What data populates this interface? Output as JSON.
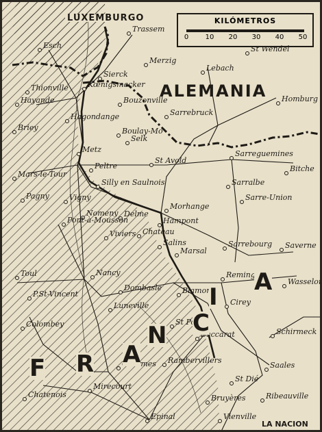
{
  "map": {
    "countries": [
      {
        "id": "luxemburgo",
        "label": "LUXEMBURGO"
      },
      {
        "id": "alemania",
        "label": "ALEMANIA"
      }
    ],
    "francia_letters": [
      "F",
      "R",
      "A",
      "N",
      "C",
      "I",
      "A"
    ],
    "scale": {
      "title": "KILÓMETROS",
      "ticks": [
        "0",
        "10",
        "20",
        "30",
        "40",
        "50"
      ]
    },
    "credit": "LA NACION",
    "places": [
      "Esch",
      "Trassem",
      "Merzig",
      "St Wendel",
      "Lebach",
      "Sierck",
      "Kœnigsmacker",
      "Thionville",
      "Hayande",
      "Bouzonville",
      "Homburg",
      "Hagondange",
      "Sarrebruck",
      "Briey",
      "Boulay-Mo",
      "Selk",
      "Metz",
      "Peltre",
      "St Avold",
      "Sarreguemines",
      "Bitche",
      "Mars-le-Tour",
      "Silly en Saulnois",
      "Sarralbe",
      "Sarre-Union",
      "Pagny",
      "Vigny",
      "Morhange",
      "Nomeny",
      "Delme",
      "Hampont",
      "Pont-à-Mousson",
      "Viviers",
      "Chateau",
      "Salins",
      "Marsal",
      "Sarrebourg",
      "Saverne",
      "Toul",
      "Nancy",
      "Reming",
      "Wasselonne",
      "P.St-Vincent",
      "Dombasle",
      "Blamont",
      "Cirey",
      "Luneville",
      "St Pole",
      "Colombey",
      "Baccarat",
      "Schirmeck",
      "Saales",
      "Charmes",
      "Rambervillers",
      "St Dié",
      "Chatenois",
      "Mirecourt",
      "Bruyères",
      "Ribeauville",
      "Epinal",
      "Vienville"
    ],
    "colors": {
      "paper": "#e8e0c9",
      "ink": "#1e1b16"
    }
  }
}
